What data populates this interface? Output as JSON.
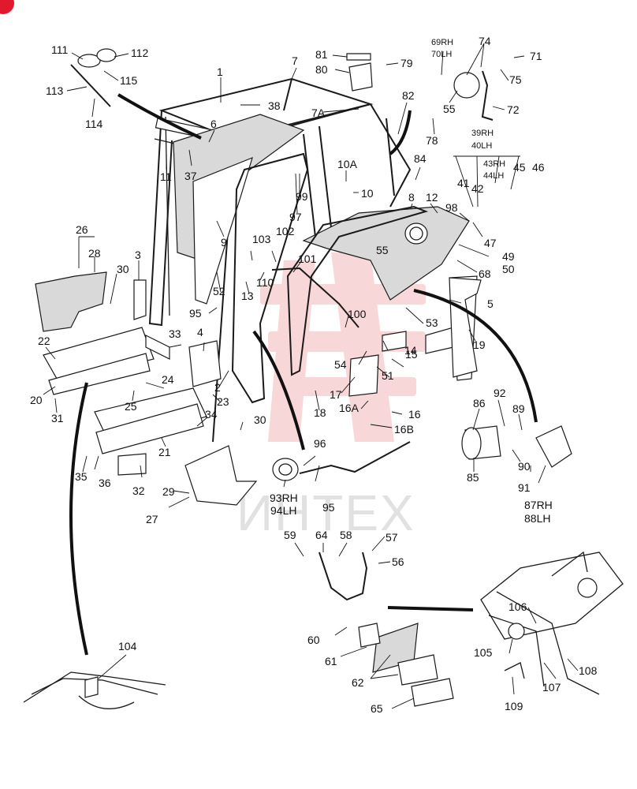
{
  "badge_color": "#e0192f",
  "watermark": {
    "text": "ИНТЕХ",
    "color": "#f2b8b8"
  },
  "callouts": [
    {
      "id": "c1",
      "text": "1"
    },
    {
      "id": "c2",
      "text": "2"
    },
    {
      "id": "c3",
      "text": "3"
    },
    {
      "id": "c4",
      "text": "4"
    },
    {
      "id": "c5",
      "text": "5"
    },
    {
      "id": "c6",
      "text": "6"
    },
    {
      "id": "c7",
      "text": "7"
    },
    {
      "id": "c7a",
      "text": "7A"
    },
    {
      "id": "c8",
      "text": "8"
    },
    {
      "id": "c9",
      "text": "9"
    },
    {
      "id": "c10",
      "text": "10"
    },
    {
      "id": "c10a",
      "text": "10A"
    },
    {
      "id": "c11",
      "text": "11"
    },
    {
      "id": "c12",
      "text": "12"
    },
    {
      "id": "c13",
      "text": "13"
    },
    {
      "id": "c14",
      "text": "14"
    },
    {
      "id": "c15",
      "text": "15"
    },
    {
      "id": "c16",
      "text": "16"
    },
    {
      "id": "c16a",
      "text": "16A"
    },
    {
      "id": "c16b",
      "text": "16B"
    },
    {
      "id": "c17",
      "text": "17"
    },
    {
      "id": "c18",
      "text": "18"
    },
    {
      "id": "c19",
      "text": "19"
    },
    {
      "id": "c20",
      "text": "20"
    },
    {
      "id": "c21",
      "text": "21"
    },
    {
      "id": "c22",
      "text": "22"
    },
    {
      "id": "c23",
      "text": "23"
    },
    {
      "id": "c24",
      "text": "24"
    },
    {
      "id": "c25",
      "text": "25"
    },
    {
      "id": "c26",
      "text": "26"
    },
    {
      "id": "c27",
      "text": "27"
    },
    {
      "id": "c28",
      "text": "28"
    },
    {
      "id": "c29",
      "text": "29"
    },
    {
      "id": "c30a",
      "text": "30"
    },
    {
      "id": "c30b",
      "text": "30"
    },
    {
      "id": "c31",
      "text": "31"
    },
    {
      "id": "c32",
      "text": "32"
    },
    {
      "id": "c33",
      "text": "33"
    },
    {
      "id": "c34",
      "text": "34"
    },
    {
      "id": "c35",
      "text": "35"
    },
    {
      "id": "c36",
      "text": "36"
    },
    {
      "id": "c37",
      "text": "37"
    },
    {
      "id": "c38",
      "text": "38"
    },
    {
      "id": "c39",
      "text": "39RH"
    },
    {
      "id": "c40",
      "text": "40LH"
    },
    {
      "id": "c41",
      "text": "41"
    },
    {
      "id": "c42",
      "text": "42"
    },
    {
      "id": "c43",
      "text": "43RH"
    },
    {
      "id": "c44",
      "text": "44LH"
    },
    {
      "id": "c45",
      "text": "45"
    },
    {
      "id": "c46",
      "text": "46"
    },
    {
      "id": "c47",
      "text": "47"
    },
    {
      "id": "c49",
      "text": "49"
    },
    {
      "id": "c50",
      "text": "50"
    },
    {
      "id": "c51",
      "text": "51"
    },
    {
      "id": "c52",
      "text": "52"
    },
    {
      "id": "c53",
      "text": "53"
    },
    {
      "id": "c54",
      "text": "54"
    },
    {
      "id": "c55a",
      "text": "55"
    },
    {
      "id": "c55b",
      "text": "55"
    },
    {
      "id": "c56",
      "text": "56"
    },
    {
      "id": "c57",
      "text": "57"
    },
    {
      "id": "c58",
      "text": "58"
    },
    {
      "id": "c59",
      "text": "59"
    },
    {
      "id": "c60",
      "text": "60"
    },
    {
      "id": "c61",
      "text": "61"
    },
    {
      "id": "c62",
      "text": "62"
    },
    {
      "id": "c64",
      "text": "64"
    },
    {
      "id": "c65",
      "text": "65"
    },
    {
      "id": "c68",
      "text": "68"
    },
    {
      "id": "c69",
      "text": "69RH"
    },
    {
      "id": "c70",
      "text": "70LH"
    },
    {
      "id": "c71",
      "text": "71"
    },
    {
      "id": "c72",
      "text": "72"
    },
    {
      "id": "c74",
      "text": "74"
    },
    {
      "id": "c75",
      "text": "75"
    },
    {
      "id": "c78",
      "text": "78"
    },
    {
      "id": "c79",
      "text": "79"
    },
    {
      "id": "c80",
      "text": "80"
    },
    {
      "id": "c81",
      "text": "81"
    },
    {
      "id": "c82",
      "text": "82"
    },
    {
      "id": "c84",
      "text": "84"
    },
    {
      "id": "c85",
      "text": "85"
    },
    {
      "id": "c86",
      "text": "86"
    },
    {
      "id": "c87",
      "text": "87RH"
    },
    {
      "id": "c88",
      "text": "88LH"
    },
    {
      "id": "c89",
      "text": "89"
    },
    {
      "id": "c90",
      "text": "90"
    },
    {
      "id": "c91",
      "text": "91"
    },
    {
      "id": "c92",
      "text": "92"
    },
    {
      "id": "c93",
      "text": "93RH"
    },
    {
      "id": "c94",
      "text": "94LH"
    },
    {
      "id": "c95a",
      "text": "95"
    },
    {
      "id": "c95b",
      "text": "95"
    },
    {
      "id": "c96",
      "text": "96"
    },
    {
      "id": "c97",
      "text": "97"
    },
    {
      "id": "c98",
      "text": "98"
    },
    {
      "id": "c99",
      "text": "99"
    },
    {
      "id": "c100",
      "text": "100"
    },
    {
      "id": "c101",
      "text": "101"
    },
    {
      "id": "c102",
      "text": "102"
    },
    {
      "id": "c103",
      "text": "103"
    },
    {
      "id": "c104",
      "text": "104"
    },
    {
      "id": "c105",
      "text": "105"
    },
    {
      "id": "c106",
      "text": "106"
    },
    {
      "id": "c107",
      "text": "107"
    },
    {
      "id": "c108",
      "text": "108"
    },
    {
      "id": "c109",
      "text": "109"
    },
    {
      "id": "c110",
      "text": "110"
    },
    {
      "id": "c111",
      "text": "111"
    },
    {
      "id": "c112",
      "text": "112"
    },
    {
      "id": "c113",
      "text": "113"
    },
    {
      "id": "c114",
      "text": "114"
    },
    {
      "id": "c115",
      "text": "115"
    }
  ]
}
